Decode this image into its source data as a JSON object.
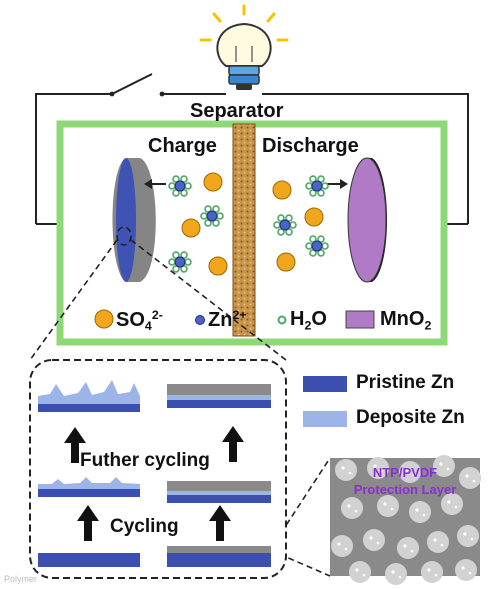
{
  "colors": {
    "panel_border": "#8fd877",
    "zn_anode_front": "#3f53b4",
    "zn_anode_side": "#858585",
    "mno2_cathode": "#b07ac6",
    "separator_fill": "#c8954a",
    "so4_ion": "#f2a61c",
    "zn_ion": "#4a63c6",
    "h2o_ring": "#4ea864",
    "pristine_zn": "#3b4fb0",
    "deposite_zn": "#9cb4e8",
    "protection_layer": "#8a8a8a",
    "protection_text": "#8a2fcf"
  },
  "icons": [
    "light-bulb-icon",
    "switch-icon",
    "arrow-left-icon",
    "arrow-right-icon",
    "arrow-up-icon"
  ],
  "labels": {
    "separator": "Separator",
    "charge": "Charge",
    "discharge": "Discharge"
  },
  "ion_legend": {
    "so4_base": "SO",
    "so4_sub": "4",
    "so4_sup": "2-",
    "zn_base": "Zn",
    "zn_sup": "2+",
    "h2o_pre": "H",
    "h2o_sub": "2",
    "h2o_post": "O",
    "mno2_pre": "MnO",
    "mno2_sub": "2"
  },
  "zoom_panel": {
    "further_cycling": "Futher cycling",
    "cycling": "Cycling"
  },
  "material_legend": {
    "pristine": "Pristine Zn",
    "deposite": "Deposite Zn"
  },
  "protection_layer": {
    "line1": "NTP/PVDF",
    "line2": "Protection Layer"
  },
  "watermark": "Polymer"
}
